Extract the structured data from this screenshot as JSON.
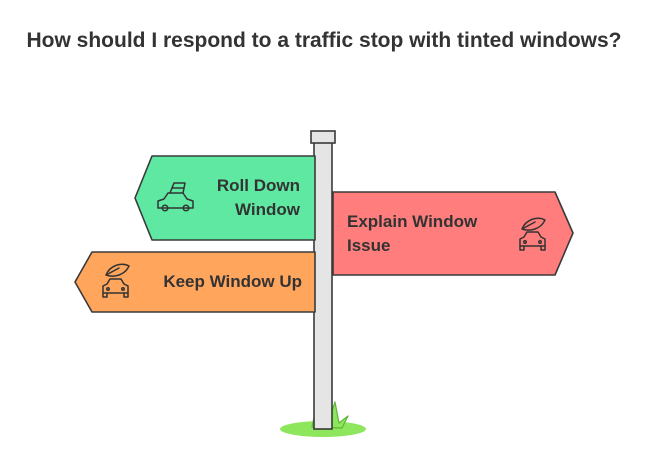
{
  "title": "How should I respond to a traffic stop with tinted windows?",
  "signs": [
    {
      "label_line1": "Roll Down",
      "label_line2": "Window",
      "color": "#5ee8a2",
      "icon": "car-window-down-icon"
    },
    {
      "label_line1": "Explain Window",
      "label_line2": "Issue",
      "color": "#ff7b7b",
      "icon": "car-leaf-icon"
    },
    {
      "label_line1": "Keep Window Up",
      "label_line2": "",
      "color": "#ffa35a",
      "icon": "car-leaf-icon"
    }
  ],
  "post_color": "#e6e6e6",
  "grass_color": "#7ed957"
}
